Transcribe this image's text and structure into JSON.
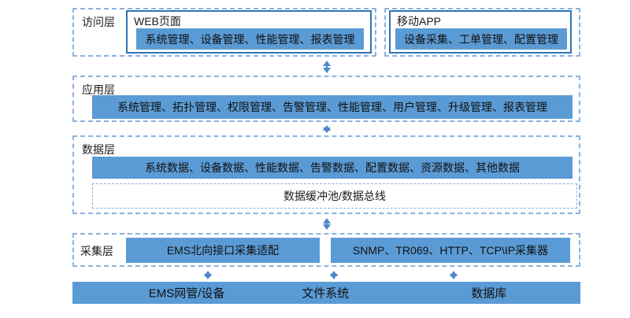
{
  "colors": {
    "bar_fill": "#5b9bd5",
    "solid_border": "#2e75b6",
    "dashed_border": "#8ab1e0",
    "arrow": "#4e86c6",
    "text": "#1a1a1a"
  },
  "layers": {
    "access": {
      "label": "访问层",
      "web": {
        "title": "WEB页面",
        "modules": "系统管理、设备管理、性能管理、报表管理"
      },
      "mobile": {
        "title": "移动APP",
        "modules": "设备采集、工单管理、配置管理"
      }
    },
    "application": {
      "label": "应用层",
      "modules": "系统管理、拓扑管理、权限管理、告警管理、性能管理、用户管理、升级管理、报表管理"
    },
    "data": {
      "label": "数据层",
      "modules": "系统数据、设备数据、性能数据、告警数据、配置数据、资源数据、其他数据",
      "bus": "数据缓冲池/数据总线"
    },
    "collection": {
      "label": "采集层",
      "ems_adapter": "EMS北向接口采集适配",
      "collectors": "SNMP、TR069、HTTP、TCP\\IP采集器"
    },
    "bottom": {
      "items": [
        "EMS网管/设备",
        "文件系统",
        "数据库"
      ]
    }
  }
}
